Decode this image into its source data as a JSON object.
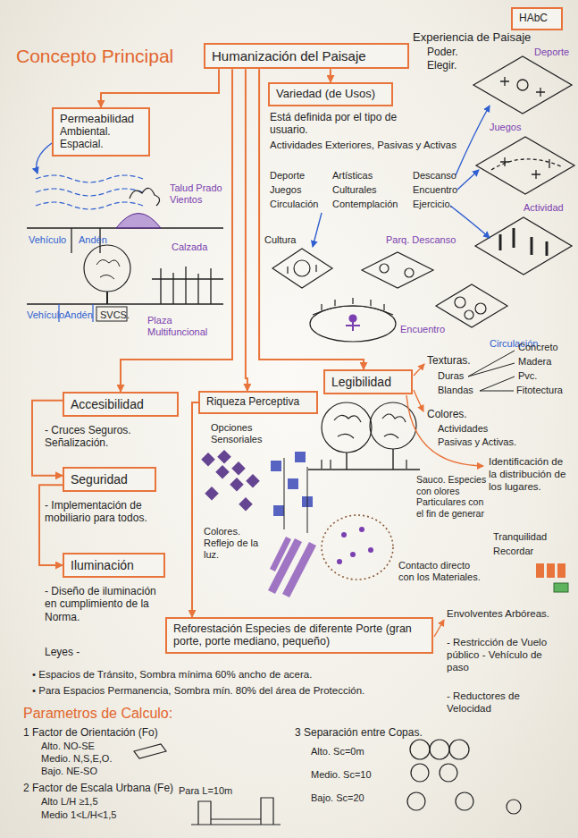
{
  "diagram": {
    "title": "Concepto Principal",
    "nodes": [
      {
        "text": [
          "Humanización del Paisaje"
        ]
      },
      {
        "text": [
          "HAbC"
        ]
      },
      {
        "text": [
          "Permeabilidad",
          "Ambiental. Espacial."
        ]
      },
      {
        "text": [
          "Variedad (de Usos)"
        ]
      },
      {
        "text": [
          "Accesibilidad"
        ]
      },
      {
        "text": [
          "Riqueza Perceptiva"
        ]
      },
      {
        "text": [
          "Legibilidad"
        ]
      },
      {
        "text": [
          "Seguridad"
        ]
      },
      {
        "text": [
          "Iluminación"
        ]
      },
      {
        "text": [
          "Reforestación Especies de diferente Porte (gran porte, porte mediano, pequeño)"
        ]
      }
    ],
    "edges": [
      {
        "from": 0,
        "to": 2,
        "arrow": "to"
      },
      {
        "from": 0,
        "to": 3,
        "arrow": "to"
      },
      {
        "from": 0,
        "to": 4,
        "arrow": "to"
      },
      {
        "from": 0,
        "to": 5,
        "arrow": "to"
      },
      {
        "from": 0,
        "to": 6,
        "arrow": "to"
      },
      {
        "from": 4,
        "to": 7,
        "arrow": "to"
      },
      {
        "from": 7,
        "to": 8,
        "arrow": "to"
      },
      {
        "from": 5,
        "to": 9,
        "arrow": "to"
      }
    ],
    "labels": [
      "Experiencia de Paisaje",
      "Poder.",
      "Elegir.",
      "Deporte",
      "Juegos",
      "Actividad",
      "Está definida por el tipo de usuario.",
      "Actividades Exteriores, Pasivas y Activas",
      "Deporte",
      "Artísticas",
      "Descanso",
      "Juegos",
      "Culturales",
      "Encuentro",
      "Circulación",
      "Contemplación",
      "Ejercicio.",
      "Talud Prado Vientos",
      "Vehículo",
      "Andén",
      "Calzada",
      "Vehículo",
      "Andén",
      "SVCS.",
      "Plaza Multifuncional",
      "Cultura",
      "Parq. Descanso",
      "Encuentro",
      "Circulación",
      "Texturas.",
      "Duras",
      "Blandas",
      "Concreto",
      "Madera",
      "Pvc.",
      "Fitotectura",
      "Colores.",
      "Actividades",
      "Pasivas y Activas.",
      "Identificación de la distribución de los lugares.",
      "Opciones Sensoriales",
      "Colores. Reflejo de la luz.",
      "Sauco. Especies con olores Particulares con el fin de generar",
      "Tranquilidad",
      "Recordar",
      "Contacto directo con los Materiales.",
      "- Cruces Seguros. Señalización.",
      "- Implementación de mobiliario para todos.",
      "- Diseño de iluminación en cumplimiento de la Norma.",
      "Leyes -",
      "• Espacios de Tránsito, Sombra mínima 60% ancho de acera.",
      "• Para Espacios Permanencia, Sombra mín. 80% del área de Protección.",
      "Envolventes Arbóreas.",
      "- Restricción de Vuelo público - Vehículo de paso",
      "- Reductores de Velocidad",
      "Parametros de Calculo:",
      "1 Factor de Orientación (Fo)",
      "Alto. NO-SE",
      "Medio. N,S,E,O.",
      "Bajo. NE-SO",
      "2 Factor de Escala Urbana (Fe)",
      "Alto L/H ≥1,5",
      "Medio 1<L/H<1,5",
      "Para L=10m",
      "3 Separación entre Copas.",
      "Alto. Sc=0m",
      "Medio. Sc=10",
      "Bajo. Sc=20"
    ]
  }
}
